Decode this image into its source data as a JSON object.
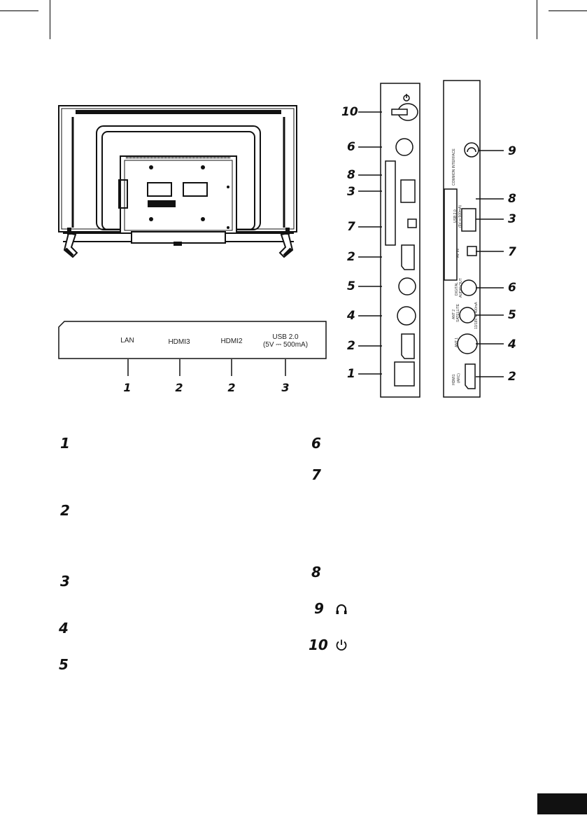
{
  "bottom_strip": {
    "labels": [
      "LAN",
      "HDMI3",
      "HDMI2",
      "USB 2.0",
      "(5V ⎓ 500mA)"
    ],
    "numbers": [
      "1",
      "2",
      "2",
      "3"
    ]
  },
  "side_panel_a": {
    "numbers": [
      "10",
      "6",
      "8",
      "3",
      "7",
      "2",
      "5",
      "4",
      "2",
      "1"
    ]
  },
  "side_panel_b": {
    "labels": [
      "COMMON INTERFACE",
      "USB 2.0",
      "(5V ⎓ 500mA)",
      "AV IN",
      "DIGITAL",
      "AUDIO OUT",
      "ANT 2",
      "SATELLITE",
      "13/18V ⎓ 400mA",
      "ANT 1",
      "HDMI1",
      "(ARC)"
    ],
    "numbers": [
      "9",
      "8",
      "3",
      "7",
      "6",
      "5",
      "4",
      "2"
    ]
  },
  "key": {
    "left": [
      "1",
      "2",
      "3",
      "4",
      "5"
    ],
    "right": [
      "6",
      "7",
      "8",
      "9",
      "10"
    ],
    "icons": [
      "headphones-icon",
      "power-icon"
    ]
  }
}
